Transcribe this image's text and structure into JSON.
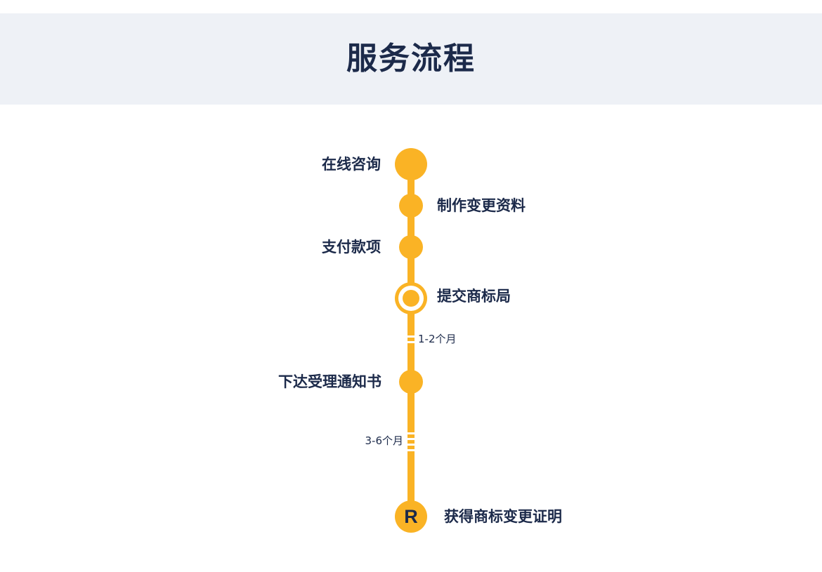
{
  "header": {
    "title": "服务流程"
  },
  "steps": [
    {
      "label": "在线咨询",
      "side": "left"
    },
    {
      "label": "制作变更资料",
      "side": "right"
    },
    {
      "label": "支付款项",
      "side": "left"
    },
    {
      "label": "提交商标局",
      "side": "right"
    },
    {
      "label": "下达受理通知书",
      "side": "left"
    },
    {
      "label": "获得商标变更证明",
      "side": "right"
    }
  ],
  "durations": [
    {
      "label": "1-2个月",
      "side": "right"
    },
    {
      "label": "3-6个月",
      "side": "left"
    }
  ],
  "end_marker": "R",
  "colors": {
    "accent": "#fab325",
    "text": "#1c2a4a",
    "header_bg": "#eef1f6"
  }
}
